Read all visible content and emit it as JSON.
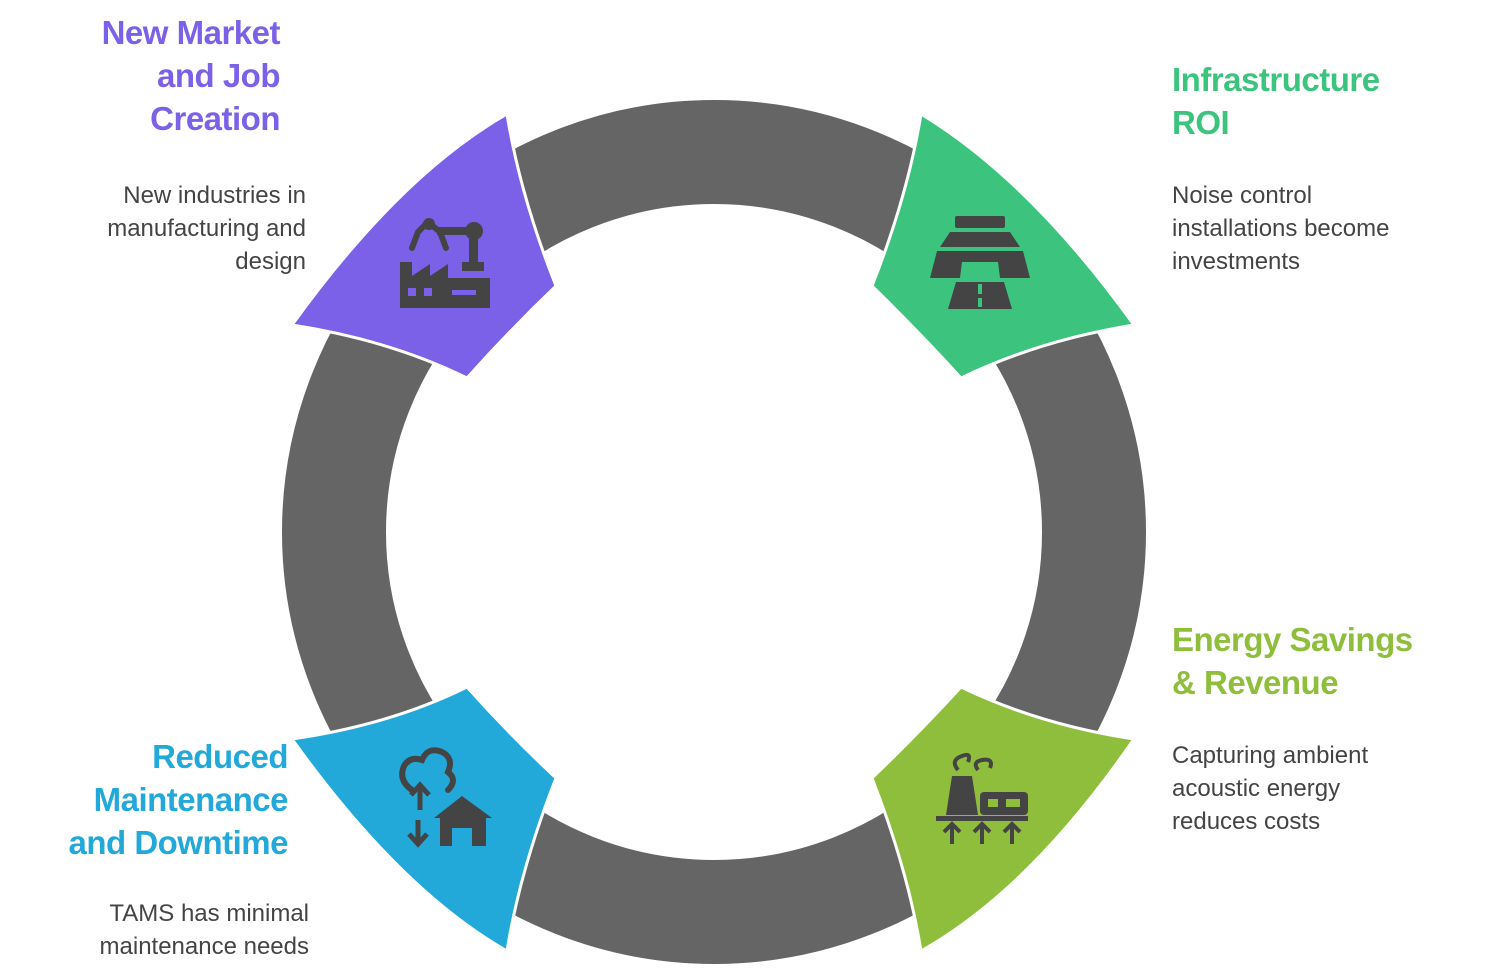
{
  "colors": {
    "ring": "#656565",
    "market": "#7b61e8",
    "infrastructure": "#3cc47f",
    "energy": "#8fbe3c",
    "maintenance": "#22a9d9",
    "icon": "#444444",
    "description": "#444444"
  },
  "steps": [
    {
      "key": "market",
      "title": "New Market\nand Job\nCreation",
      "description": "New industries in\nmanufacturing and\ndesign",
      "icon": "factory-robot-arm-icon"
    },
    {
      "key": "infrastructure",
      "title": "Infrastructure\nROI",
      "description": "Noise control\ninstallations become\ninvestments",
      "icon": "road-tunnel-icon"
    },
    {
      "key": "energy",
      "title": "Energy Savings\n& Revenue",
      "description": "Capturing ambient\nacoustic energy\nreduces costs",
      "icon": "power-plant-icon"
    },
    {
      "key": "maintenance",
      "title": "Reduced\nMaintenance\nand Downtime",
      "description": "TAMS has minimal\nmaintenance needs",
      "icon": "cloud-home-sync-icon"
    }
  ]
}
